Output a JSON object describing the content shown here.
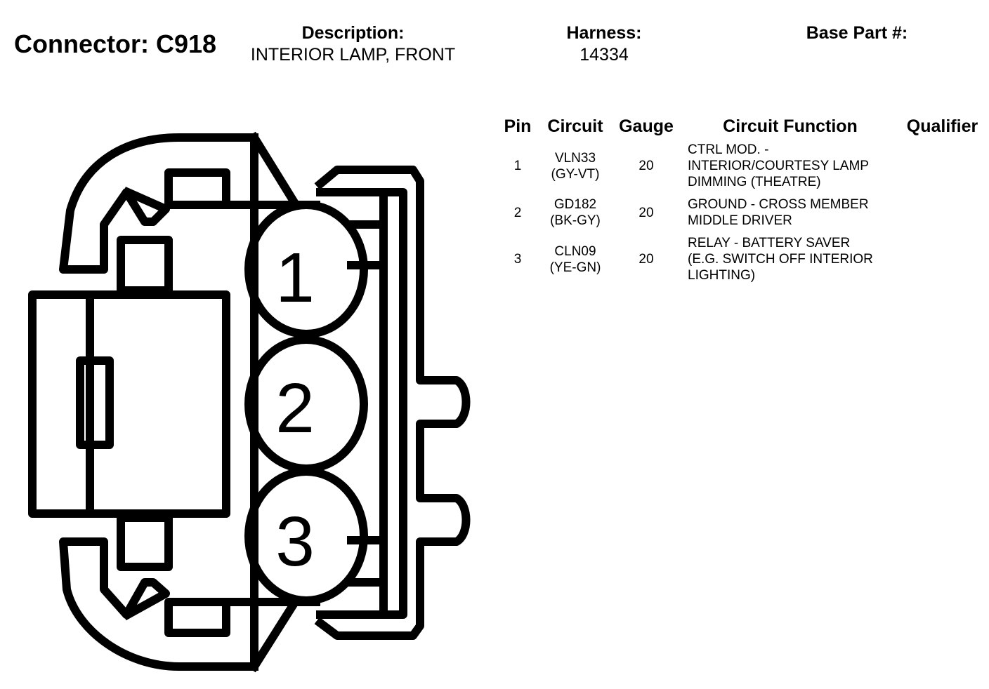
{
  "connector": {
    "label": "Connector: C918"
  },
  "description": {
    "label": "Description:",
    "value": "INTERIOR LAMP, FRONT"
  },
  "harness": {
    "label": "Harness:",
    "value": "14334"
  },
  "base_part": {
    "label": "Base Part #:",
    "value": ""
  },
  "table": {
    "headers": {
      "pin": "Pin",
      "circuit": "Circuit",
      "gauge": "Gauge",
      "function": "Circuit Function",
      "qualifier": "Qualifier"
    },
    "rows": [
      {
        "pin": "1",
        "circuit": "VLN33",
        "color": "(GY-VT)",
        "gauge": "20",
        "function": [
          "CTRL MOD. -",
          "INTERIOR/COURTESY LAMP",
          "DIMMING (THEATRE)"
        ],
        "qualifier": ""
      },
      {
        "pin": "2",
        "circuit": "GD182",
        "color": "(BK-GY)",
        "gauge": "20",
        "function": [
          "GROUND - CROSS MEMBER",
          "MIDDLE DRIVER"
        ],
        "qualifier": ""
      },
      {
        "pin": "3",
        "circuit": "CLN09",
        "color": "(YE-GN)",
        "gauge": "20",
        "function": [
          "RELAY - BATTERY SAVER",
          "(E.G. SWITCH OFF INTERIOR",
          "LIGHTING)"
        ],
        "qualifier": ""
      }
    ]
  },
  "diagram": {
    "pins": [
      "1",
      "2",
      "3"
    ]
  }
}
